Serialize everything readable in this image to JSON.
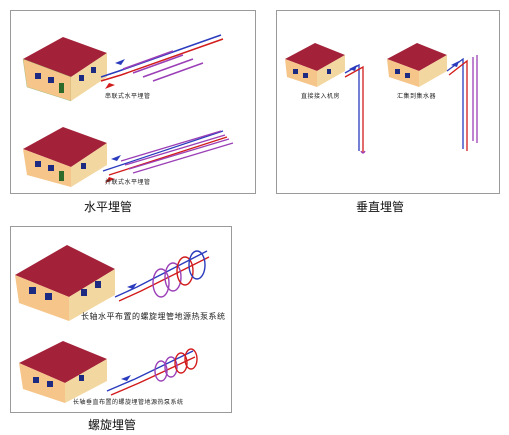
{
  "panels": {
    "horizontal": {
      "caption": "水平埋管",
      "series_label": "串联式水平埋管",
      "parallel_label": "并联式水平埋管"
    },
    "vertical": {
      "caption": "垂直埋管",
      "direct_label": "直接接入机房",
      "collect_label": "汇集到集水器"
    },
    "spiral": {
      "caption": "螺旋埋管",
      "long_axis_label": "长轴水平布置的螺旋埋管地源热泵系统",
      "vertical_label": "长轴垂直布置的螺旋埋管地源热泵系统"
    }
  },
  "colors": {
    "roof": "#a3223a",
    "wall": "#f6c58a",
    "window": "#1d2a82",
    "door": "#2e6b2a",
    "supply_pipe": "#2a3bbd",
    "return_pipe": "#d21b1b",
    "mid_pipe": "#9b3fb7"
  }
}
